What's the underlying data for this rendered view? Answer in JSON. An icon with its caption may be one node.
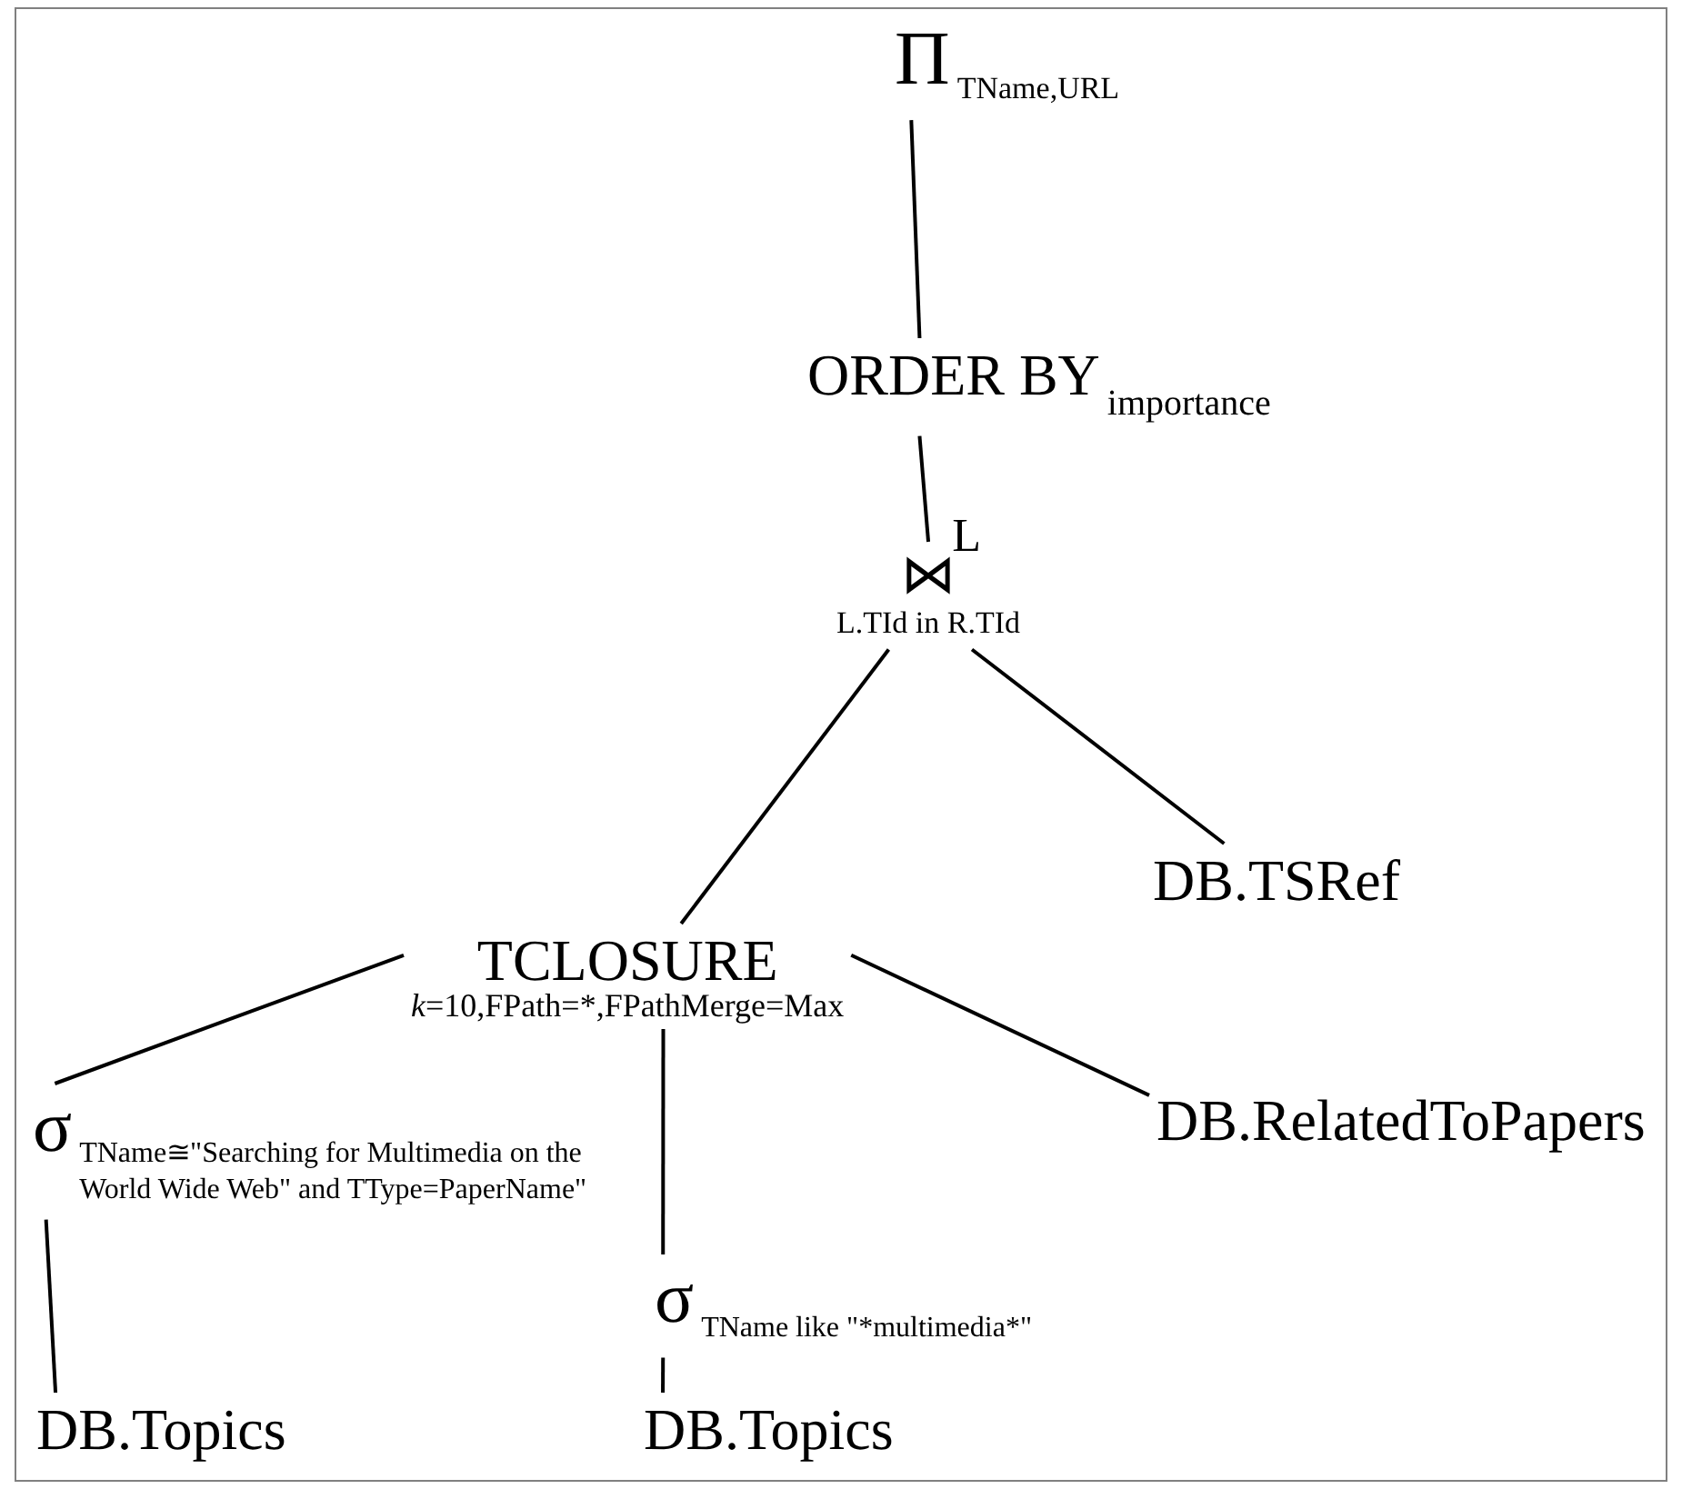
{
  "diagram": {
    "nodes": [
      {
        "text": [
          "Π",
          "TName,URL"
        ]
      },
      {
        "text": [
          "ORDER BY",
          "importance"
        ]
      },
      {
        "text": [
          "⋈",
          "L.TId in R.TId"
        ],
        "beside": [
          "L"
        ]
      },
      {
        "text": [
          "DB.TSRef"
        ]
      },
      {
        "text": [
          "TCLOSURE",
          "*k*=10,FPath=*,FPathMerge=Max"
        ]
      },
      {
        "text": [
          "σ",
          "TName≅\"Searching for Multimedia on the World Wide Web\" and TType=PaperName\""
        ]
      },
      {
        "text": [
          "DB.RelatedToPapers"
        ]
      },
      {
        "text": [
          "σ",
          "TName like \"*multimedia*\""
        ]
      },
      {
        "text": [
          "DB.Topics"
        ]
      },
      {
        "text": [
          "DB.Topics"
        ]
      }
    ],
    "edges": [
      {
        "from": 0,
        "to": 1,
        "arrow": "none"
      },
      {
        "from": 1,
        "to": 2,
        "arrow": "none"
      },
      {
        "from": 2,
        "to": 4,
        "arrow": "none"
      },
      {
        "from": 2,
        "to": 3,
        "arrow": "none"
      },
      {
        "from": 4,
        "to": 5,
        "arrow": "none"
      },
      {
        "from": 4,
        "to": 7,
        "arrow": "none"
      },
      {
        "from": 4,
        "to": 6,
        "arrow": "none"
      },
      {
        "from": 5,
        "to": 8,
        "arrow": "none"
      },
      {
        "from": 7,
        "to": 9,
        "arrow": "none"
      }
    ]
  }
}
